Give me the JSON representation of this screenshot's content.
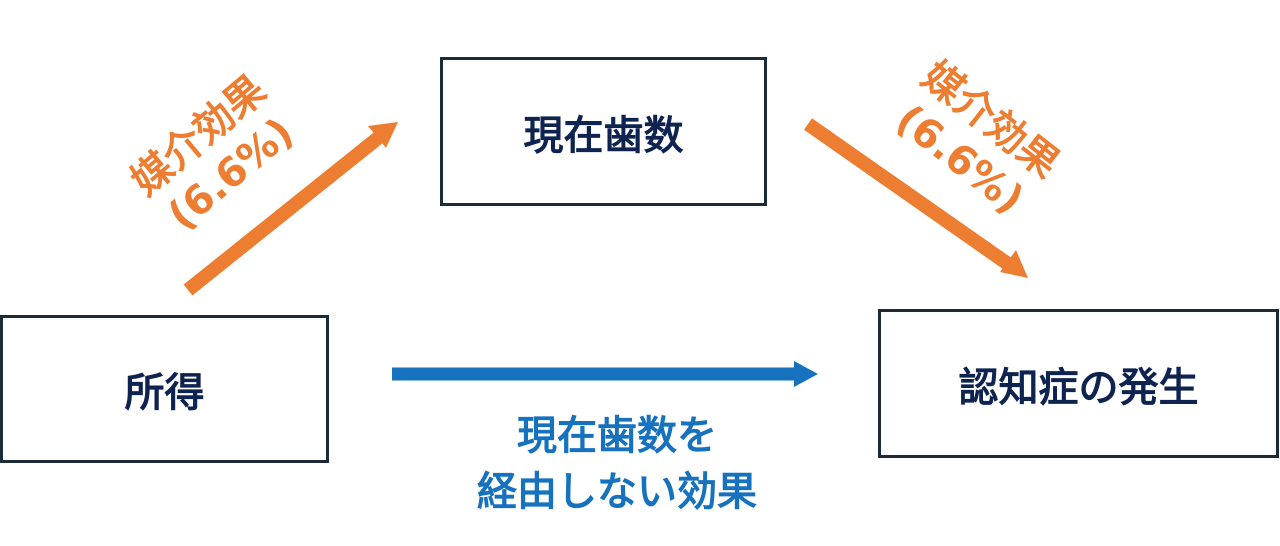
{
  "nodes": {
    "income": "所得",
    "current_teeth": "現在歯数",
    "dementia_onset": "認知症の発生"
  },
  "edges": {
    "income_to_teeth": {
      "label_line1": "媒介効果",
      "label_line2": "(6.6%)"
    },
    "teeth_to_dementia": {
      "label_line1": "媒介効果",
      "label_line2": "(6.6%)"
    },
    "direct": {
      "label_line1": "現在歯数を",
      "label_line2": "経由しない効果"
    }
  },
  "colors": {
    "mediation": "#ed7d31",
    "direct": "#1672be",
    "node_text": "#0f2350",
    "node_border": "#1c2b38"
  }
}
